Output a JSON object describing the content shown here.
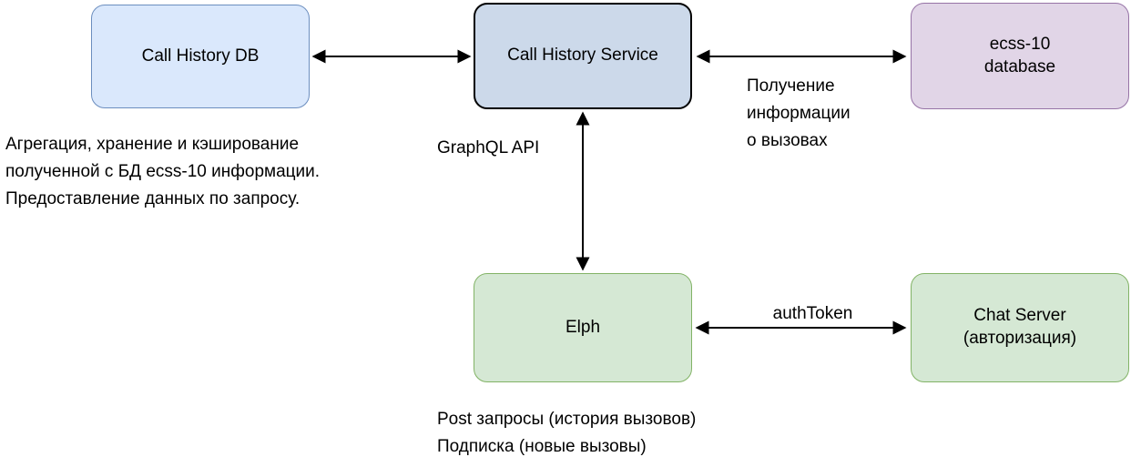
{
  "nodes": {
    "call_history_db": {
      "label": "Call History DB",
      "fill": "#dae8fc",
      "border": "#6c8ebf"
    },
    "call_history_service": {
      "label": "Call History Service",
      "fill": "#ccd9ea",
      "border": "#000000"
    },
    "ecss10_database": {
      "label": "ecss-10\ndatabase",
      "fill": "#e1d5e7",
      "border": "#9673a6"
    },
    "elph": {
      "label": "Elph",
      "fill": "#d5e8d4",
      "border": "#82b366"
    },
    "chat_server": {
      "label": "Chat Server\n(авторизация)",
      "fill": "#d5e8d4",
      "border": "#82b366"
    }
  },
  "edge_labels": {
    "service_to_ecss": "Получение\nинформации\nо вызовах",
    "service_to_elph": "GraphQL API",
    "elph_to_chat": "authToken"
  },
  "annotations": {
    "db_note": "Агрегация, хранение и кэширование\nполученной с БД ecss-10 информации.\nПредоставление данных по запросу.",
    "elph_note": "Post запросы (история вызовов)\nПодписка (новые вызовы)"
  },
  "arrow_color": "#000000",
  "background": "#ffffff"
}
